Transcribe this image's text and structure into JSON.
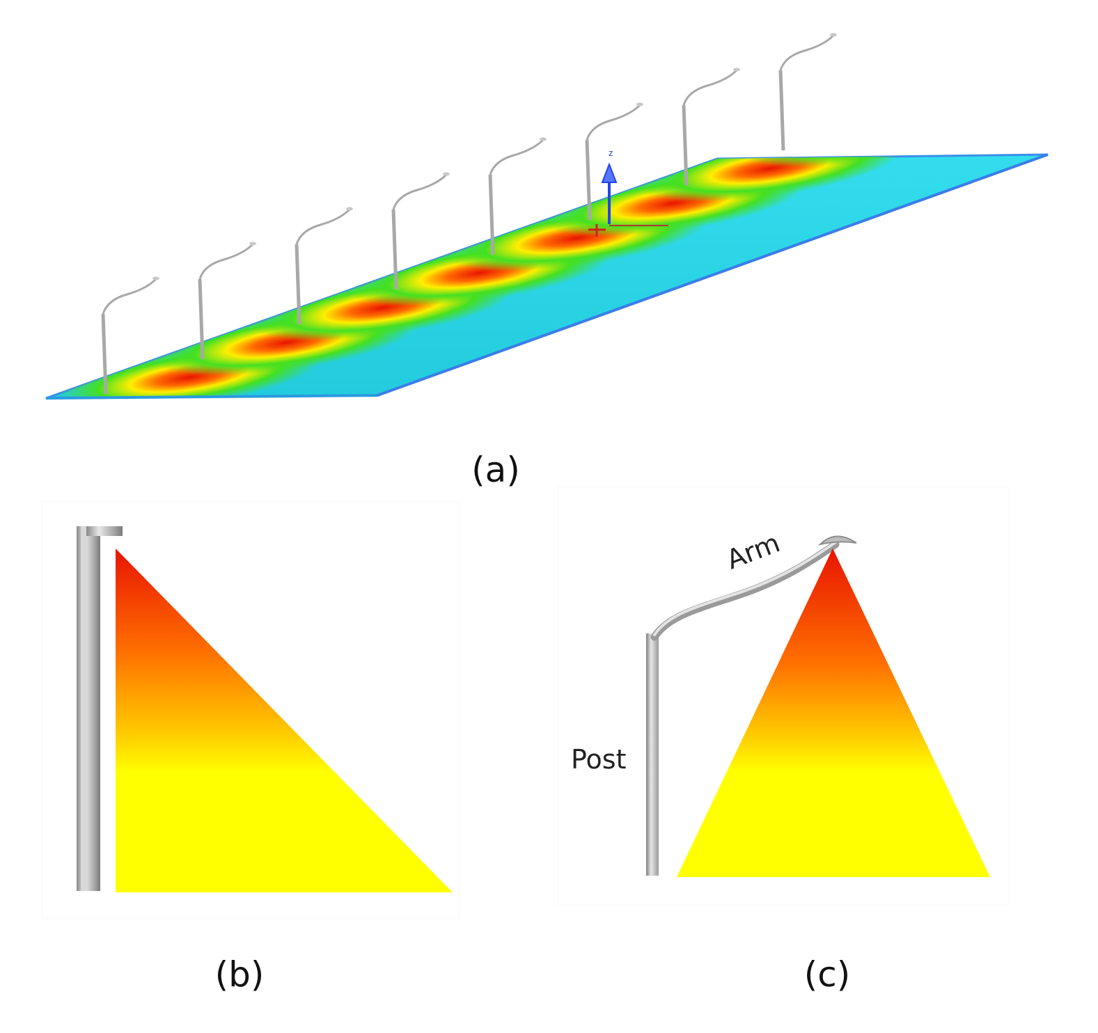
{
  "figure": {
    "panels": [
      {
        "id": "a",
        "caption": "(a)",
        "content": "streetlight row over road surface illuminance map",
        "pole_count": 8,
        "axis_label": "z"
      },
      {
        "id": "b",
        "caption": "(b)"
      },
      {
        "id": "c",
        "caption": "(c)",
        "labels": {
          "arm": "Arm",
          "post": "Post"
        }
      }
    ],
    "colors": {
      "heat_red": "#e81400",
      "heat_orange": "#ff7a00",
      "heat_yellow": "#ffff00",
      "heat_green": "#22dd22",
      "road_cyan": "#30e0e0",
      "road_blue": "#3399ff",
      "pole_gray": "#b8b8b8",
      "axis_blue": "#2244ee"
    }
  }
}
